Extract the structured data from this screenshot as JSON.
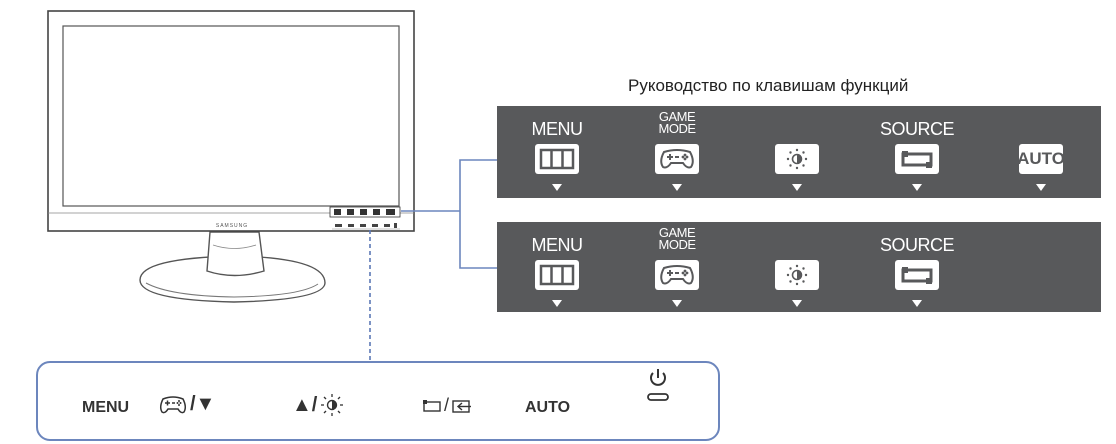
{
  "monitor": {
    "brand": "SAMSUNG"
  },
  "guide": {
    "title": "Руководство по клавишам функций",
    "panel1": {
      "keys": [
        {
          "label": "MENU",
          "icon": "menu-icon"
        },
        {
          "label": "GAME MODE",
          "icon": "gamepad-icon"
        },
        {
          "label": "",
          "icon": "brightness-icon"
        },
        {
          "label": "SOURCE",
          "icon": "source-icon"
        },
        {
          "label": "",
          "button_text": "AUTO",
          "icon": "auto-icon"
        }
      ]
    },
    "panel2": {
      "keys": [
        {
          "label": "MENU",
          "icon": "menu-icon"
        },
        {
          "label": "GAME MODE",
          "icon": "gamepad-icon"
        },
        {
          "label": "",
          "icon": "brightness-icon"
        },
        {
          "label": "SOURCE",
          "icon": "source-icon"
        }
      ]
    }
  },
  "keybox": {
    "menu": "MENU",
    "game_down": "/▼",
    "up_brightness": "▲/",
    "source_sep": "/",
    "auto": "AUTO",
    "power_icon": "power-icon"
  },
  "colors": {
    "panel": "#58595b",
    "connector": "#6c86bd",
    "dashed": "#5b78b5"
  }
}
